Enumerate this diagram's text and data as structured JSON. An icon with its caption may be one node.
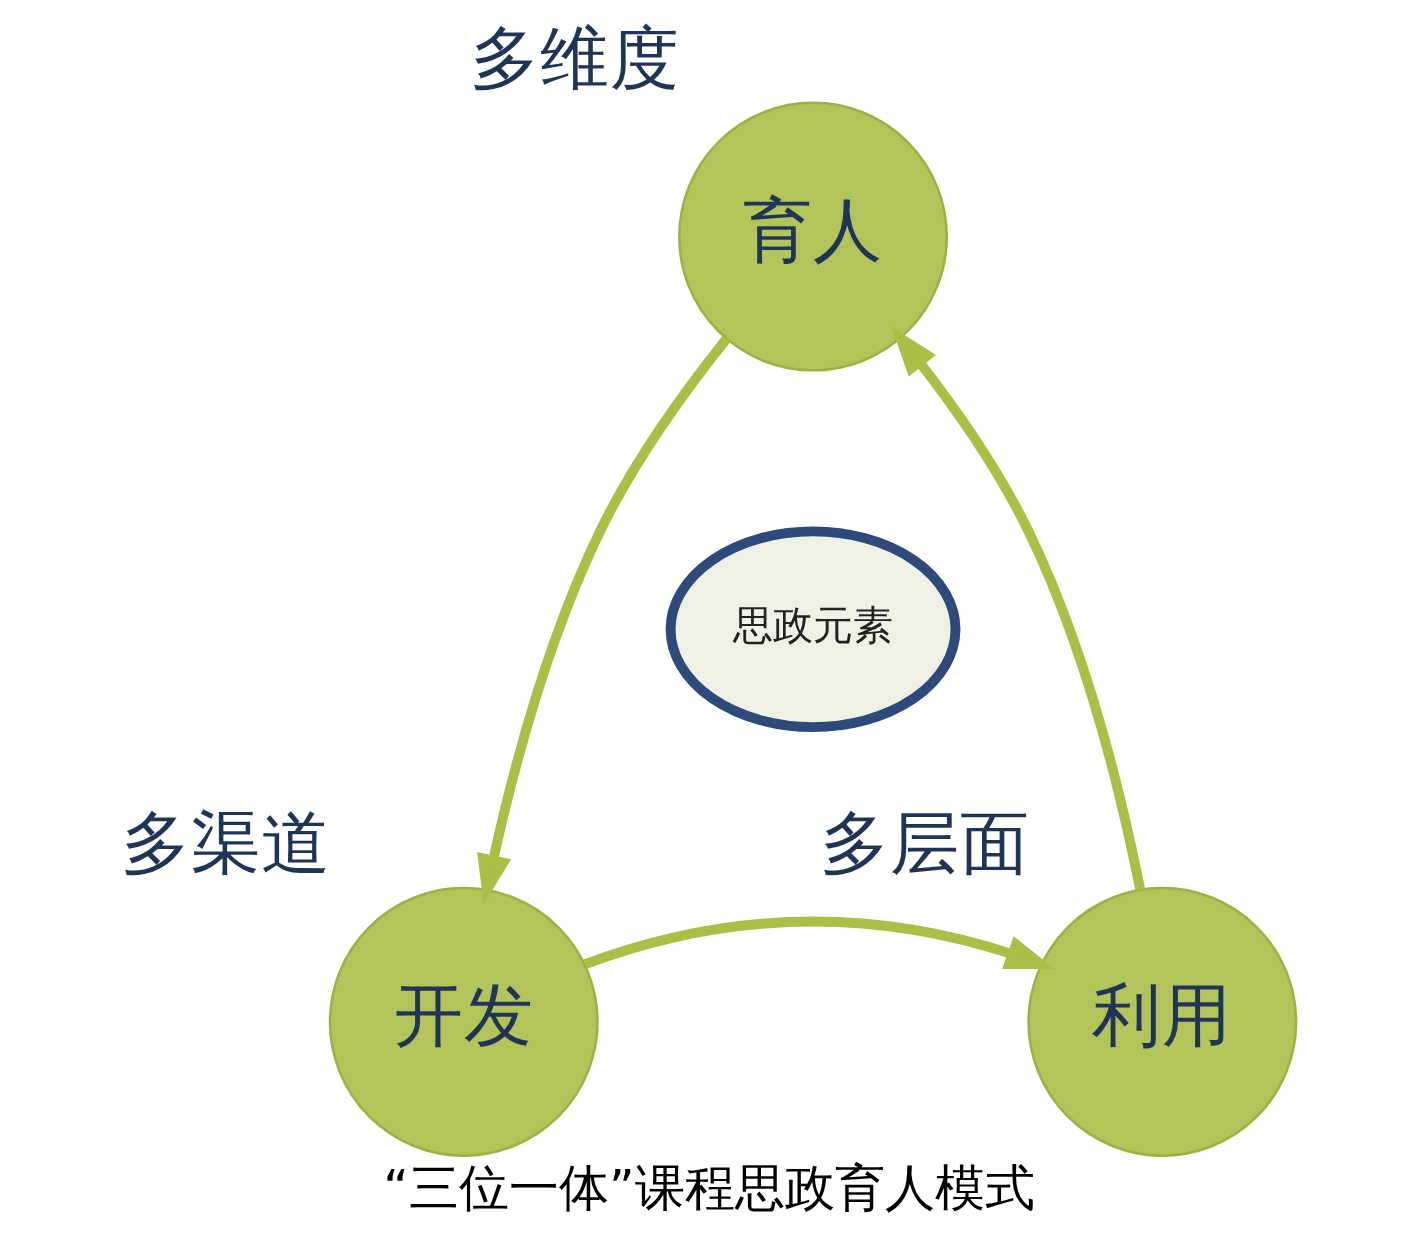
{
  "diagram": {
    "caption": "“三位一体”课程思政育人模式",
    "nodes": [
      {
        "text": [
          "育人"
        ],
        "beside": [
          "多维度"
        ]
      },
      {
        "text": [
          "思政元素"
        ]
      },
      {
        "text": [
          "开发"
        ],
        "beside": [
          "多渠道"
        ]
      },
      {
        "text": [
          "利用"
        ],
        "beside": [
          "多层面"
        ]
      }
    ],
    "edges": [
      {
        "from": 0,
        "to": 2,
        "arrow": "to"
      },
      {
        "from": 2,
        "to": 3,
        "arrow": "to"
      },
      {
        "from": 3,
        "to": 0,
        "arrow": "to"
      }
    ]
  }
}
